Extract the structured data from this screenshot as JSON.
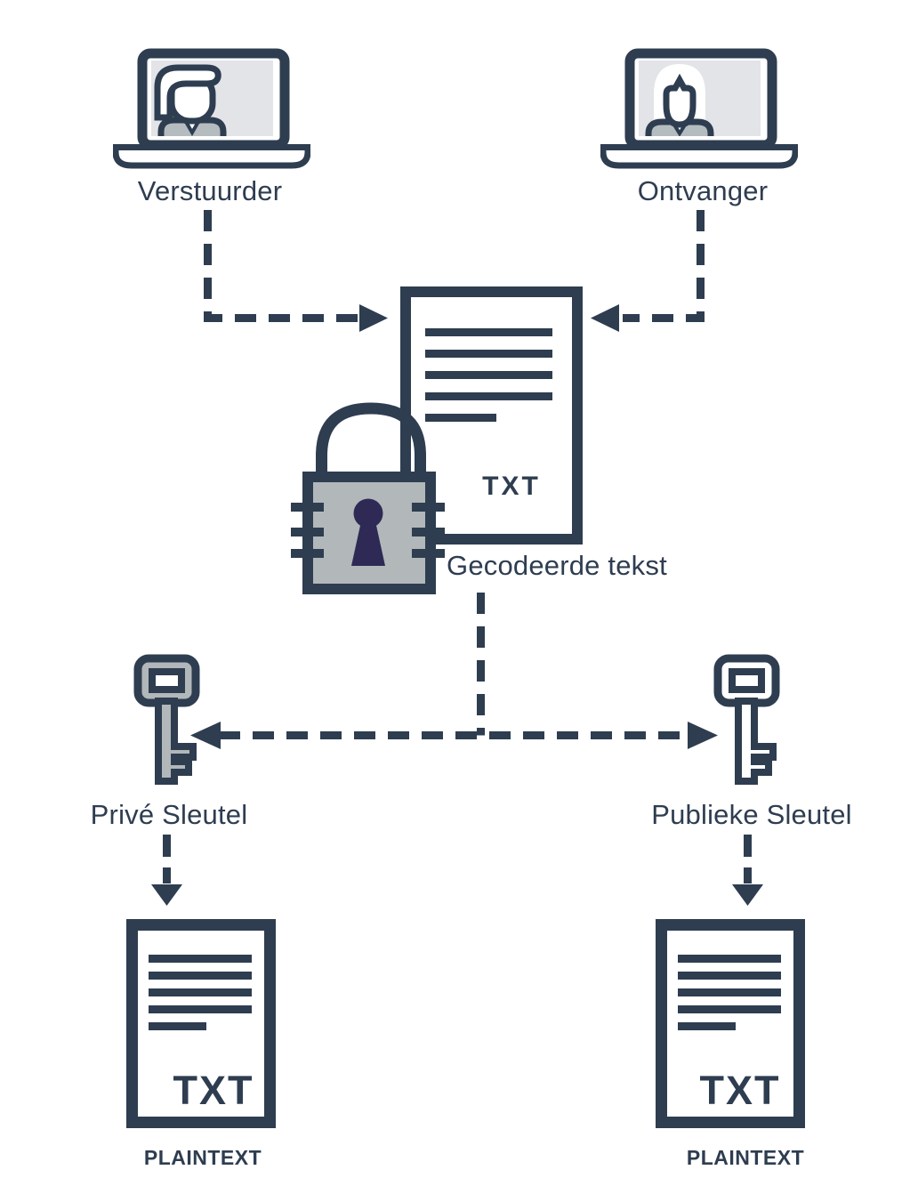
{
  "colors": {
    "ink_navy": "#2e3d50",
    "lock_gray": "#b2b7ba",
    "screen_gray": "#e3e4e8",
    "shoulders_gray": "#b5bcc0",
    "keyhole_indigo": "#2e2a55",
    "background": "#ffffff"
  },
  "nodes": {
    "sender": {
      "label": "Verstuurder"
    },
    "receiver": {
      "label": "Ontvanger"
    },
    "encrypted_text": {
      "label": "Gecodeerde tekst",
      "file_type": "TXT"
    },
    "private_key": {
      "label": "Privé Sleutel"
    },
    "public_key": {
      "label": "Publieke Sleutel"
    },
    "plaintext_left": {
      "file_type": "TXT",
      "caption": "PLAINTEXT"
    },
    "plaintext_right": {
      "file_type": "TXT",
      "caption": "PLAINTEXT"
    }
  }
}
